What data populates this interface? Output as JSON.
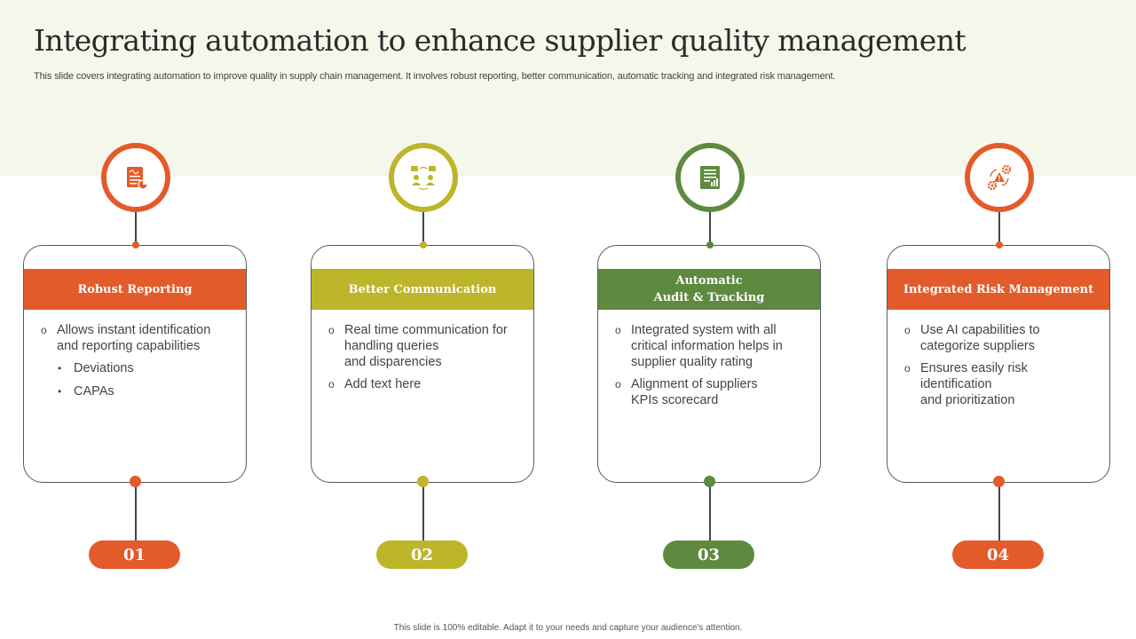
{
  "header": {
    "title": "Integrating automation to enhance supplier quality management",
    "subtitle": "This slide covers integrating automation to improve quality in supply chain management. It involves robust reporting, better communication, automatic tracking and integrated risk management."
  },
  "colors": {
    "orange": "#e35b2a",
    "olive": "#bdb52a",
    "green": "#5e8a3f",
    "band": "#f5f7ea"
  },
  "columns": [
    {
      "heading": "Robust Reporting",
      "number": "01",
      "icon": "report-document-icon",
      "bullets": [
        "Allows instant identification\nand reporting capabilities"
      ],
      "sub_bullets": [
        "Deviations",
        "CAPAs"
      ]
    },
    {
      "heading": "Better Communication",
      "number": "02",
      "icon": "team-communication-icon",
      "bullets": [
        "Real time communication for\nhandling queries\nand disparencies",
        "Add text here"
      ]
    },
    {
      "heading": "Automatic\nAudit & Tracking",
      "number": "03",
      "icon": "audit-report-icon",
      "bullets": [
        "Integrated system with all\ncritical information helps in\nsupplier quality rating",
        "Alignment of suppliers\nKPIs scorecard"
      ]
    },
    {
      "heading": "Integrated Risk Management",
      "number": "04",
      "icon": "risk-gears-icon",
      "bullets": [
        "Use AI capabilities to\ncategorize suppliers",
        "Ensures easily risk\nidentification\nand prioritization"
      ]
    }
  ],
  "footer": "This slide is 100% editable.  Adapt it to your needs and capture your audience's attention."
}
